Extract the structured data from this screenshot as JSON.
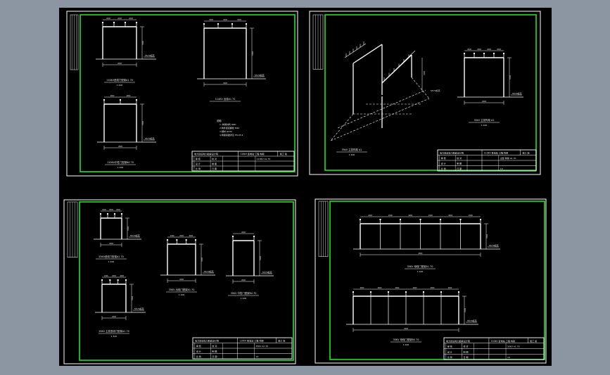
{
  "colors": {
    "desktop": "#8c96a3",
    "canvas": "#000000",
    "sheet_border": "#ffffff",
    "frame": "#22e022",
    "line": "#ffffff",
    "dim": "#f0f0f0"
  },
  "sheets": [
    {
      "drawings": [
        {
          "caption": "110KV进线门型架A1 70",
          "scale": "1:100"
        },
        {
          "caption": "110KV 出线A1 70",
          "scale": ""
        },
        {
          "caption": "110KV中性门型架B4 70",
          "scale": "1:100"
        }
      ],
      "elevation": "5570标高",
      "dims": [
        "200",
        "200",
        "200",
        "500"
      ],
      "notes": [
        "说明:",
        "1. 构架材料 HZD",
        "2.构件连接螺栓 M20",
        "3.钢材 Q235",
        "4.构架基础详见 H5-XT-4"
      ],
      "title_block": {
        "org": "电力建设电力勘察设计院",
        "project": "110kV 变电站 工程 构架",
        "stage": "施工 版",
        "rows": [
          [
            "审 核",
            "校 对",
            "",
            "110KV A1 70"
          ],
          [
            "设 计",
            "制 图",
            "",
            ""
          ],
          [
            "比 例",
            "日 期",
            "",
            ""
          ]
        ]
      }
    },
    {
      "drawings": [
        {
          "caption": "35kV 主变构架 A1",
          "scale": "1:100"
        },
        {
          "caption": "35kV 主变构架 A2",
          "scale": "1:100"
        }
      ],
      "elevation": "5570标高",
      "dims": [
        "200",
        "200",
        "200",
        "500"
      ],
      "title_block": {
        "org": "电力建设电力勘察设计院",
        "project": "110kV 变电站 工程 构架",
        "stage": "施工 版",
        "rows": [
          [
            "审 核",
            "校 对",
            "",
            "主变 构架 A1 70"
          ],
          [
            "设 计",
            "制 图",
            "",
            ""
          ],
          [
            "比 例",
            "日 期",
            "",
            "10"
          ]
        ]
      }
    },
    {
      "drawings": [
        {
          "caption": "35KV进线门型架A1 70",
          "scale": "1:100"
        },
        {
          "caption": "35KV 出线门型架A1 70",
          "scale": "1:100"
        },
        {
          "caption": "35KV 中性门型架B4 70",
          "scale": "1:100"
        },
        {
          "caption": "35KV 主变进线门型架A1 70",
          "scale": "1:100"
        }
      ],
      "elevation": "5570标高",
      "dims": [
        "200",
        "200",
        "200",
        "500"
      ],
      "title_block": {
        "org": "电力建设电力勘察设计院",
        "project": "110kV 变电站 工程 构架",
        "stage": "施工 版",
        "rows": [
          [
            "审 核",
            "校 对",
            "",
            "35KV A1 70"
          ],
          [
            "设 计",
            "制 图",
            "",
            ""
          ],
          [
            "比 例",
            "日 期",
            "",
            "10"
          ]
        ]
      }
    },
    {
      "drawings": [
        {
          "caption": "35KV 母线门型架A1 70",
          "scale": "1:100"
        },
        {
          "caption": "35KV 母线门型架B4 70",
          "scale": "1:100"
        }
      ],
      "elevation": "5570标高",
      "dims": [
        "200",
        "200",
        "200",
        "500"
      ],
      "title_block": {
        "org": "电力建设电力勘察设计院",
        "project": "110kV 变电站 工程 构架",
        "stage": "施工 版",
        "rows": [
          [
            "审 核",
            "校 对",
            "",
            "35KV A1 70"
          ],
          [
            "设 计",
            "制 图",
            "",
            ""
          ],
          [
            "比 例",
            "日 期",
            "",
            "10"
          ]
        ]
      }
    }
  ]
}
